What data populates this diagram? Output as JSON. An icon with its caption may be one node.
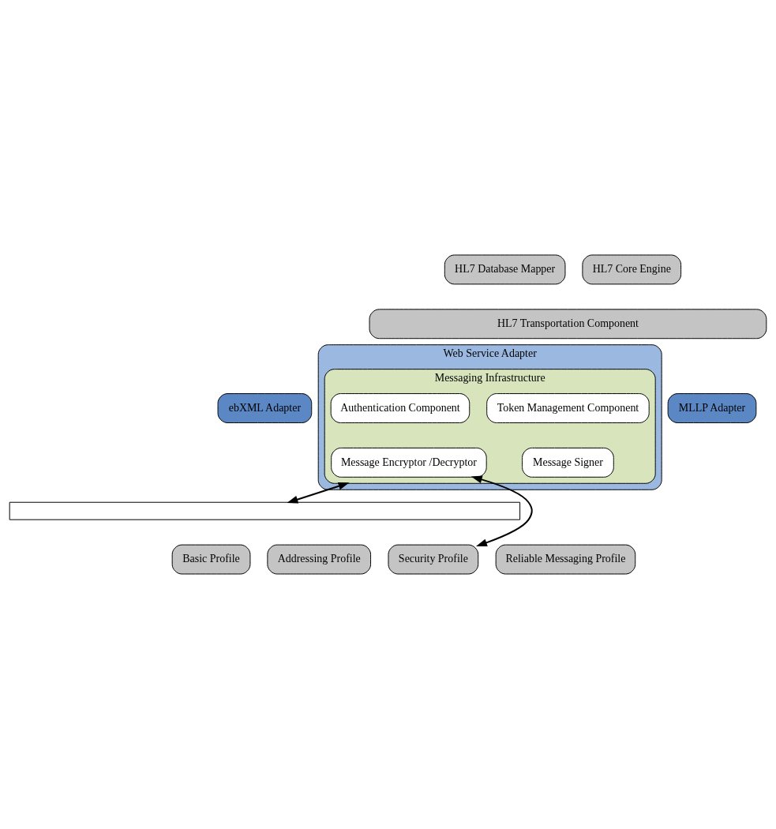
{
  "diagram": {
    "nodes": [
      {
        "text": [
          "HL7 Database Mapper"
        ]
      },
      {
        "text": [
          "HL7 Core Engine"
        ]
      },
      {
        "text": [
          "HL7 Transportation Component"
        ]
      },
      {
        "text": [
          "Web Service Adapter"
        ]
      },
      {
        "text": [
          "Messaging Infrastructure"
        ],
        "in": 3
      },
      {
        "text": [
          "Token Management Component"
        ],
        "in": 4
      },
      {
        "text": [
          "Authentication Component"
        ],
        "in": 4
      },
      {
        "text": [
          "Message Signer"
        ],
        "in": 4
      },
      {
        "text": [
          "Message Encryptor /Decryptor"
        ],
        "in": 4
      },
      {
        "text": [
          "ebXML Adapter"
        ]
      },
      {
        "text": [
          "MLLP Adapter"
        ]
      },
      {
        "text": [],
        "shape": "bar"
      },
      {
        "text": [
          "Basic Profile"
        ]
      },
      {
        "text": [
          "Addressing Profile"
        ]
      },
      {
        "text": [
          "Security Profile"
        ]
      },
      {
        "text": [
          "Reliable Messaging Profile"
        ]
      }
    ],
    "edges": [
      {
        "from": 4,
        "to": 11,
        "arrow": "both"
      },
      {
        "from": 8,
        "to": 14,
        "arrow": "both"
      }
    ]
  }
}
